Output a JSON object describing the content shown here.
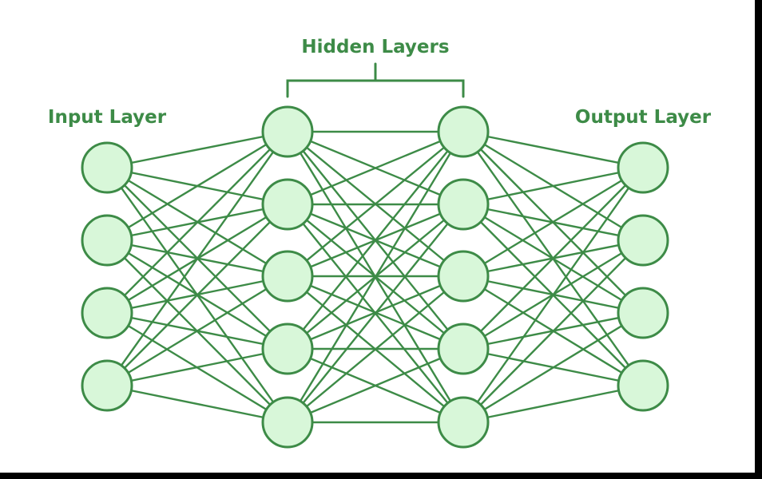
{
  "labels": {
    "input": "Input Layer",
    "hidden": "Hidden Layers",
    "output": "Output Layer"
  },
  "network": {
    "layers": [
      {
        "name": "input",
        "neurons": 4
      },
      {
        "name": "hidden-1",
        "neurons": 5
      },
      {
        "name": "hidden-2",
        "neurons": 5
      },
      {
        "name": "output",
        "neurons": 4
      }
    ],
    "fully_connected": true
  },
  "colors": {
    "stroke": "#3d8b47",
    "node_fill": "#d8f7d9",
    "text": "#3d8b47",
    "background": "#ffffff",
    "frame": "#000000"
  }
}
